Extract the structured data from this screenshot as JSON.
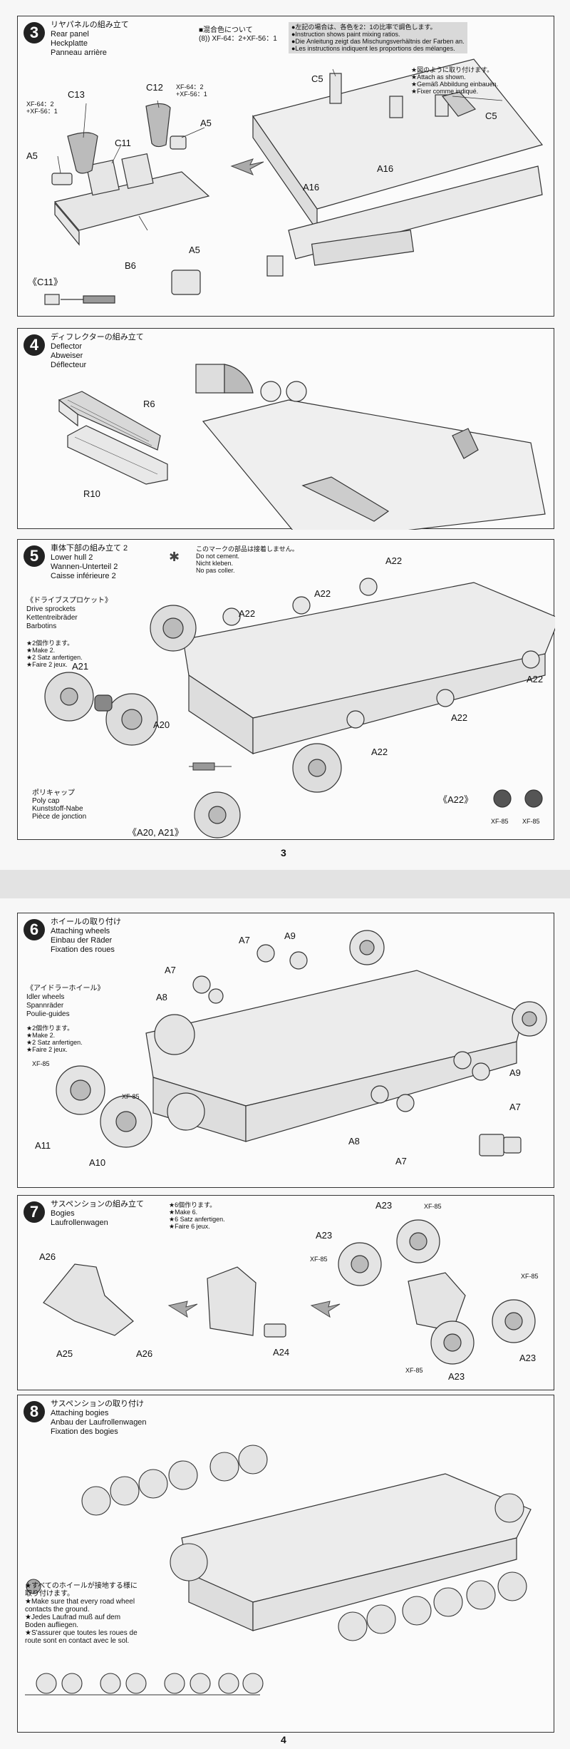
{
  "step3": {
    "number": "3",
    "title_jp": "リヤパネルの組み立て",
    "title_en": "Rear panel",
    "title_de": "Heckplatte",
    "title_fr": "Panneau arrière",
    "mix_title": "■混合色について",
    "mix_formula": "(8)) XF-64：2+XF-56：1",
    "mix_notes": [
      "●左記の場合は、各色を2：1の比率で調色します。",
      "●Instruction shows paint mixing ratios.",
      "●Die Anleitung zeigt das Mischungsverhältnis der Farben an.",
      "●Les instructions indiquent les proportions des mélanges."
    ],
    "attach_notes": [
      "★図のように取り付けます。",
      "★Attach as shown.",
      "★Gemäß Abbildung einbauen.",
      "★Fixer comme indiqué."
    ],
    "labels": {
      "c13": "C13",
      "c12": "C12",
      "c11": "C11",
      "a5a": "A5",
      "a5b": "A5",
      "a5c": "A5",
      "b6": "B6",
      "c5a": "C5",
      "c5b": "C5",
      "a16a": "A16",
      "a16b": "A16",
      "c11b": "《C11》"
    },
    "paint_c13": [
      "XF-64：2",
      "+XF-56：1"
    ],
    "paint_c12": [
      "XF-64：2",
      "+XF-56：1"
    ]
  },
  "step4": {
    "number": "4",
    "title_jp": "ディフレクターの組み立て",
    "title_en": "Deflector",
    "title_de": "Abweiser",
    "title_fr": "Déflecteur",
    "labels": {
      "r6": "R6",
      "r10": "R10"
    }
  },
  "step5": {
    "number": "5",
    "title_jp": "車体下部の組み立て 2",
    "title_en": "Lower hull 2",
    "title_de": "Wannen-Unterteil 2",
    "title_fr": "Caisse inférieure 2",
    "no_cement": [
      "このマークの部品は接着しません。",
      "Do not cement.",
      "Nicht kleben.",
      "No pas coller."
    ],
    "sprocket_title": [
      "《ドライブスプロケット》",
      "Drive sprockets",
      "Kettentreibräder",
      "Barbotins"
    ],
    "make2": [
      "★2個作ります。",
      "★Make 2.",
      "★2 Satz anfertigen.",
      "★Faire 2 jeux."
    ],
    "polycap": [
      "ポリキャップ",
      "Poly cap",
      "Kunststoff-Nabe",
      "Pièce de jonction"
    ],
    "labels": {
      "a21": "A21",
      "a20": "A20",
      "a2021": "《A20, A21》",
      "a22_1": "A22",
      "a22_2": "A22",
      "a22_3": "A22",
      "a22_4": "A22",
      "a22_5": "A22",
      "a22_6": "A22",
      "a22_box": "《A22》",
      "xf85a": "XF-85",
      "xf85b": "XF-85"
    },
    "page_number": "3"
  },
  "step6": {
    "number": "6",
    "title_jp": "ホイールの取り付け",
    "title_en": "Attaching wheels",
    "title_de": "Einbau der Räder",
    "title_fr": "Fixation des roues",
    "idler_title": [
      "《アイドラーホイール》",
      "Idler wheels",
      "Spannräder",
      "Poulie-guides"
    ],
    "make2": [
      "★2個作ります。",
      "★Make 2.",
      "★2 Satz anfertigen.",
      "★Faire 2 jeux."
    ],
    "labels": {
      "a7a": "A7",
      "a9a": "A9",
      "a7b": "A7",
      "a8a": "A8",
      "a9b": "A9",
      "a7c": "A7",
      "a8b": "A8",
      "a7d": "A7",
      "a11": "A11",
      "a10": "A10",
      "xf85a": "XF-85",
      "xf85b": "XF-85"
    }
  },
  "step7": {
    "number": "7",
    "title_jp": "サスペンションの組み立て",
    "title_en": "Bogies",
    "title_de": "Laufrollenwagen",
    "make6": [
      "★6個作ります。",
      "★Make 6.",
      "★6 Satz anfertigen.",
      "★Faire 6 jeux."
    ],
    "labels": {
      "a26a": "A26",
      "a25": "A25",
      "a26b": "A26",
      "a24": "A24",
      "a23a": "A23",
      "a23b": "A23",
      "a23c": "A23",
      "a23d": "A23",
      "xf85a": "XF-85",
      "xf85b": "XF-85",
      "xf85c": "XF-85",
      "xf85d": "XF-85"
    }
  },
  "step8": {
    "number": "8",
    "title_jp": "サスペンションの取り付け",
    "title_en": "Attaching bogies",
    "title_de": "Anbau der Laufrollenwagen",
    "title_fr": "Fixation des bogies",
    "contact_note": [
      "★すべてのホイールが接地する様に",
      "取り付けます。",
      "★Make sure that every road wheel",
      "contacts the ground.",
      "★Jedes Laufrad muß auf dem",
      "Boden aufliegen.",
      "★S'assurer que toutes les roues de",
      "route sont en contact avec le sol."
    ],
    "page_number": "4"
  }
}
